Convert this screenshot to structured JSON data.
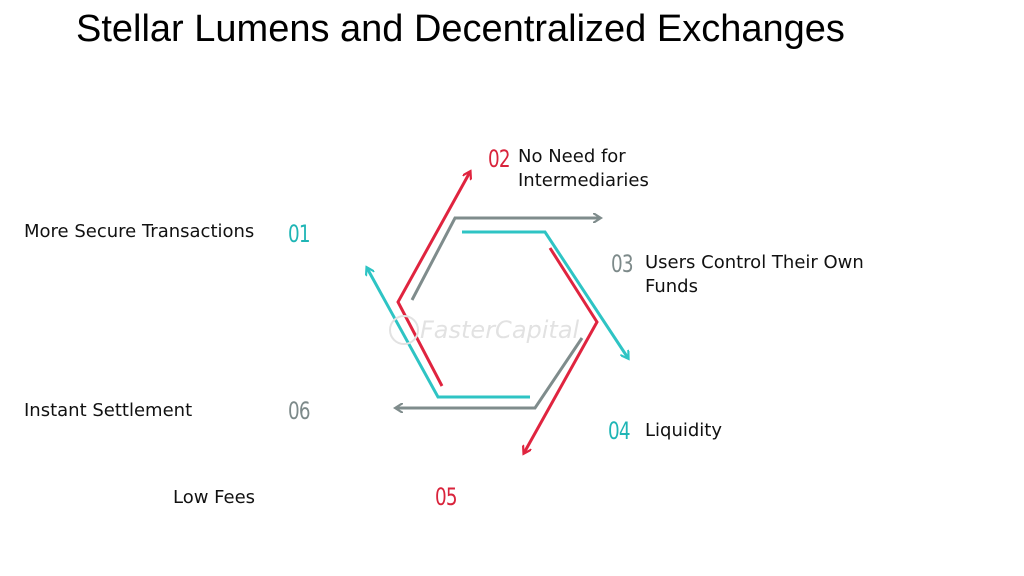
{
  "title": "Stellar Lumens and Decentralized Exchanges",
  "watermark": "FasterCapital",
  "items": [
    {
      "number": "01",
      "label": "More Secure Transactions",
      "color": "#1fb5b5"
    },
    {
      "number": "02",
      "label_line1": "No Need for",
      "label_line2": "Intermediaries",
      "color": "#d9233b"
    },
    {
      "number": "03",
      "label_line1": "Users Control Their Own",
      "label_line2": "Funds",
      "color": "#7d8a8a"
    },
    {
      "number": "04",
      "label": "Liquidity",
      "color": "#1fb5b5"
    },
    {
      "number": "05",
      "label": "Low Fees",
      "color": "#d9233b"
    },
    {
      "number": "06",
      "label": "Instant Settlement",
      "color": "#7d8a8a"
    }
  ],
  "colors": {
    "teal": "#2ec4c4",
    "red": "#e0243f",
    "gray": "#7f8c8c"
  }
}
